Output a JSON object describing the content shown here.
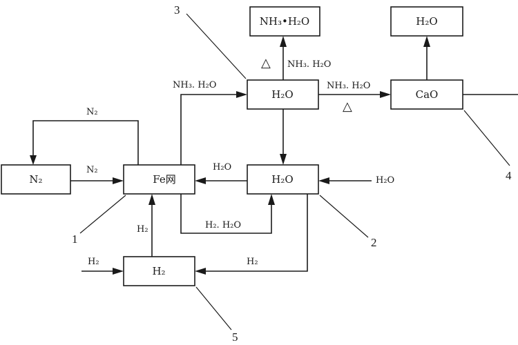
{
  "boxes": {
    "n2": "N₂",
    "fe_catalyst": "Fe网",
    "h2o_center": "H₂O",
    "h2o_top": "H₂O",
    "nh3h2o_out": "NH₃•H₂O",
    "cao": "CaO",
    "h2o_right": "H₂O",
    "h2": "H₂"
  },
  "labels": {
    "n2_loop": "N₂",
    "n2_feed": "N₂",
    "h2o_to_fe": "H₂O",
    "h2o_in": "H₂O",
    "h2_h2o_return": "H₂. H₂O",
    "h2_up": "H₂",
    "h2_in": "H₂",
    "h2_return": "H₂",
    "nh3_to_top": "NH₃. H₂O",
    "nh3_up": "NH₃. H₂O",
    "nh3_to_cao": "NH₃. H₂O",
    "heat_1": "△",
    "heat_2": "△"
  },
  "callouts": {
    "c1": "1",
    "c2": "2",
    "c3": "3",
    "c4": "4",
    "c5": "5"
  }
}
